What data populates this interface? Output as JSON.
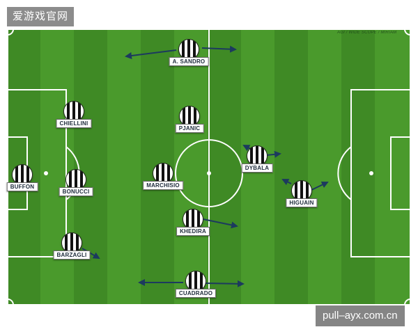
{
  "watermarks": {
    "top_left": "爱游戏官网",
    "bottom_right": "pull–ayx.com.cn"
  },
  "image_credit": "AGI / WIDE SCOPE / MIRIAM",
  "colors": {
    "grass_dark": "#3f8a25",
    "grass_light": "#5aa634",
    "line": "#ffffff",
    "arrow": "#1c3a5e",
    "label_text": "#1c2a3a"
  },
  "players": [
    {
      "name": "A. SANDRO"
    },
    {
      "name": "CHIELLINI"
    },
    {
      "name": "PJANIC"
    },
    {
      "name": "DYBALA"
    },
    {
      "name": "BUFFON"
    },
    {
      "name": "BONUCCI"
    },
    {
      "name": "MARCHISIO"
    },
    {
      "name": "HIGUAIN"
    },
    {
      "name": "KHEDIRA"
    },
    {
      "name": "BARZAGLI"
    },
    {
      "name": "CUADRADO"
    }
  ]
}
